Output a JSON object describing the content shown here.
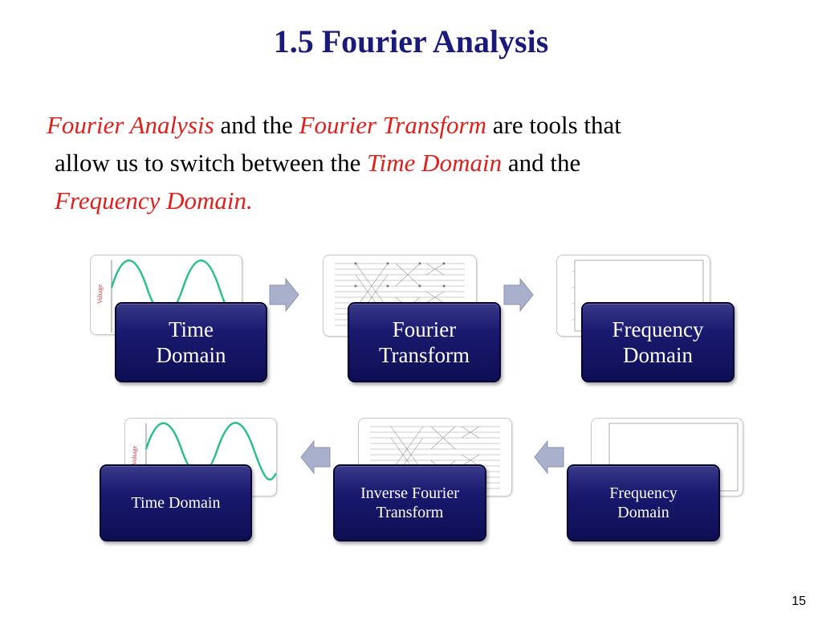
{
  "slide": {
    "title": "1.5 Fourier Analysis",
    "paragraph": {
      "l1_a": "Fourier Analysis",
      "l1_b": " and the ",
      "l1_c": "Fourier Transform",
      "l1_d": " are tools that",
      "l2_a": "allow us to switch between the ",
      "l2_b": "Time Domain",
      "l2_c": " and the",
      "l3_a": "Frequency Domain."
    },
    "page_number": "15"
  },
  "colors": {
    "title": "#1a1a7a",
    "highlight": "#e0201b",
    "box": "#1a1a70",
    "sine": "#2bbf8f",
    "arrow": "#a9b0cc"
  },
  "row1": {
    "time": "Time Domain",
    "transform": "Fourier Transform",
    "frequency": "Frequency Domain"
  },
  "row2": {
    "time": "Time Domain",
    "inverse": "Inverse Fourier Transform",
    "frequency": "Frequency Domain"
  },
  "thumbnails": {
    "voltage_label": "Voltage"
  },
  "icons": [
    "right-arrow-icon",
    "left-arrow-icon"
  ]
}
